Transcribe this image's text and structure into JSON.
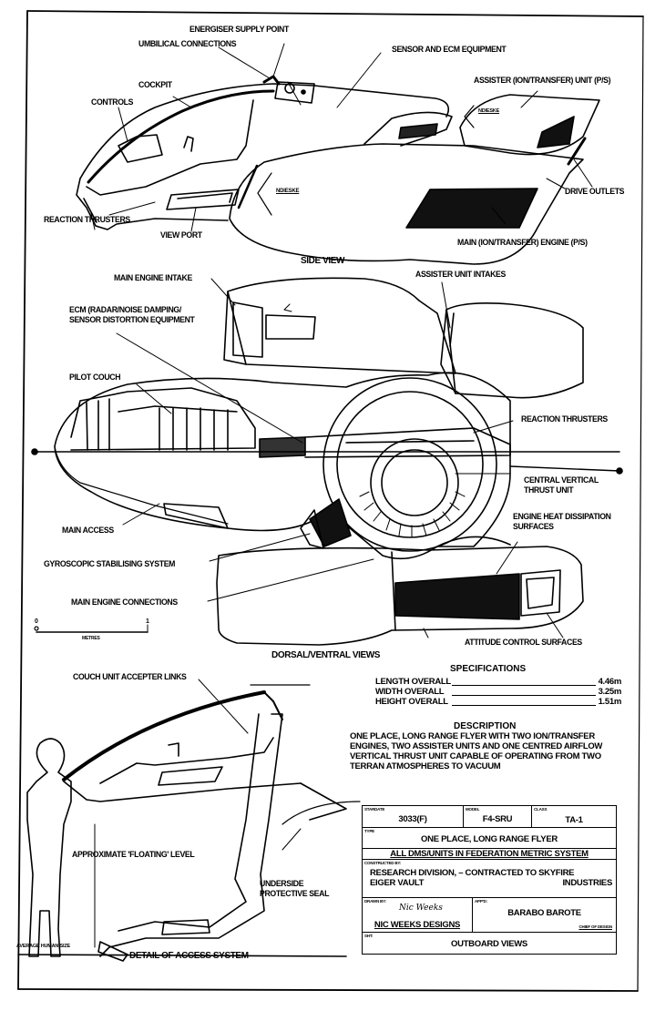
{
  "document": {
    "type": "technical blueprint",
    "subject": "One place, long range flyer"
  },
  "side_view": {
    "caption": "SIDE VIEW",
    "labels": {
      "energiser_supply_point": "ENERGISER SUPPLY POINT",
      "umbilical_connections": "UMBILICAL CONNECTIONS",
      "sensor_ecm_equipment": "SENSOR AND ECM EQUIPMENT",
      "cockpit": "COCKPIT",
      "controls": "CONTROLS",
      "assister_unit": "ASSISTER (ION/TRANSFER) UNIT (P/S)",
      "drive_outlets": "DRIVE OUTLETS",
      "reaction_thrusters": "REACTION THRUSTERS",
      "view_port": "VIEW PORT",
      "main_engine": "MAIN (ION/TRANSFER) ENGINE (P/S)"
    },
    "markings": {
      "hull_logo": "NDIESKE",
      "unit_logo": "NDIESKE"
    }
  },
  "dorsal_view": {
    "caption": "DORSAL/VENTRAL VIEWS",
    "labels": {
      "main_engine_intake": "MAIN ENGINE INTAKE",
      "assister_unit_intakes": "ASSISTER UNIT INTAKES",
      "ecm": "ECM (RADAR/NOISE DAMPING/ SENSOR DISTORTION EQUIPMENT",
      "pilot_couch": "PILOT COUCH",
      "reaction_thrusters": "REACTION THRUSTERS",
      "central_vertical_thrust_unit": "CENTRAL VERTICAL THRUST UNIT",
      "main_access": "MAIN ACCESS",
      "engine_heat_dissipation": "ENGINE HEAT DISSIPATION SURFACES",
      "gyroscopic_stabilising": "GYROSCOPIC STABILISING SYSTEM",
      "main_engine_connections": "MAIN ENGINE CONNECTIONS",
      "attitude_control_surfaces": "ATTITUDE CONTROL SURFACES"
    },
    "scale_bar": {
      "start": "0",
      "end": "1",
      "unit": "METRES"
    }
  },
  "specifications": {
    "title": "SPECIFICATIONS",
    "rows": [
      {
        "key": "LENGTH OVERALL",
        "value": "4.46m"
      },
      {
        "key": "WIDTH OVERALL",
        "value": "3.25m"
      },
      {
        "key": "HEIGHT OVERALL",
        "value": "1.51m"
      }
    ]
  },
  "description": {
    "title": "DESCRIPTION",
    "body": "ONE PLACE, LONG RANGE FLYER WITH TWO ION/TRANSFER ENGINES, TWO ASSISTER UNITS AND ONE CENTRED AIRFLOW VERTICAL THRUST UNIT CAPABLE OF OPERATING FROM TWO TERRAN ATMOSPHERES TO VACUUM"
  },
  "access_detail": {
    "caption": "DETAIL OF ACCESS SYSTEM",
    "labels": {
      "couch_unit_accepter_links": "COUCH UNIT ACCEPTER LINKS",
      "floating_level": "APPROXIMATE 'FLOATING' LEVEL",
      "underside_seal": "UNDERSIDE PROTECTIVE SEAL",
      "average_human": "AVERAGE HUMAN SIZE"
    }
  },
  "title_block": {
    "stardate": {
      "caption": "STARDATE",
      "value": "3033(F)"
    },
    "model": {
      "caption": "MODEL",
      "value": "F4-SRU"
    },
    "class": {
      "caption": "CLASS",
      "value": "TA-1"
    },
    "type": {
      "caption": "TYPE",
      "value": "ONE PLACE, LONG RANGE FLYER"
    },
    "units_note": "ALL DMS/UNITS IN FEDERATION METRIC SYSTEM",
    "constructed_by": {
      "caption": "CONSTRUCTED BY:",
      "line1": "RESEARCH DIVISION, – CONTRACTED TO SKYFIRE",
      "line2_left": "EIGER VAULT",
      "line2_right": "INDUSTRIES"
    },
    "drawn_by": {
      "caption": "DRAWN BY:",
      "signature": "Nic Weeks",
      "value": "NIC WEEKS DESIGNS"
    },
    "approved": {
      "caption": "APP'D:",
      "value": "BARABO BAROTE",
      "role": "CHIEF OF DESIGN"
    },
    "sheet": {
      "caption": "SHT:",
      "value": "OUTBOARD VIEWS"
    }
  }
}
